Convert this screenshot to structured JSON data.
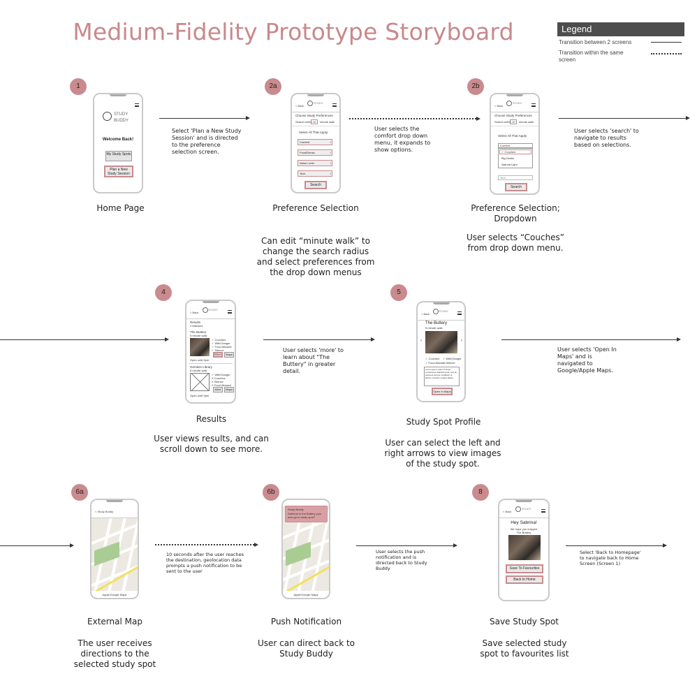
{
  "title": "Medium-Fidelity Prototype Storyboard",
  "legend": {
    "heading": "Legend",
    "solid_label": "Transition between 2 screens",
    "dotted_label": "Transition within the same screen"
  },
  "steps": {
    "s1": "1",
    "s2a": "2a",
    "s2b": "2b",
    "s4": "4",
    "s5": "5",
    "s6a": "6a",
    "s6b": "6b",
    "s8": "8"
  },
  "labels": {
    "home": "Home Page",
    "pref": "Preference Selection",
    "pref_dd": "Preference Selection; Dropdown",
    "results": "Results",
    "profile": "Study Spot Profile",
    "extmap": "External Map",
    "push": "Push Notification",
    "save": "Save Study Spot"
  },
  "descriptions": {
    "pref": "Can edit “minute walk” to change the search radius and select preferences from the drop down menus",
    "pref_dd": "User selects “Couches” from drop down menu.",
    "results": "User views results, and can scroll down to see more.",
    "profile": "User can select the left and right arrows to view images of the study spot.",
    "extmap": "The user receives directions to the selected study spot",
    "push": "User can direct back to Study Buddy",
    "save": "Save selected study spot to favourites list"
  },
  "notes": {
    "n1": "Select 'Plan a New Study Session' and is directed to the preference selection screen.",
    "n2": "User selects the comfort drop down menu, it expands to show options.",
    "n3": "User selects 'search' to navigate to results based on selections.",
    "n4": "User selects 'more' to learn about \"The Buttery\" in greater detail.",
    "n5": "User selects 'Open In Maps' and is navigated to Google/Apple Maps.",
    "n6": "10 seconds after the user reaches the destination, geolocation data prompts a push notification to be sent to the user",
    "n7": "User selects the push notification and is directed back to Study Buddy",
    "n8": "Select 'Back to Homepage' to navigate back to Home Screen (Screen 1)"
  },
  "phones": {
    "common": {
      "back": "< Back",
      "logo_top": "STUDY",
      "logo_bottom": "BUDDY"
    },
    "home": {
      "logo_top": "STUDY",
      "logo_bottom": "BUDDY",
      "welcome": "Welcome Back!",
      "my_spots": "My Study Spots",
      "plan": "Plan a New Study Session"
    },
    "pref": {
      "heading": "Choose Study Preferences",
      "search_within": "Search within",
      "minutes": "10",
      "minute_walk": "minute walk",
      "select_all": "Select All That Apply:",
      "options": [
        "Comfort",
        "Food/Drinks",
        "Noise Level",
        "Tech"
      ],
      "search": "Search"
    },
    "dropdown": {
      "heading": "Choose Study Preferences",
      "search_within": "Search within",
      "minutes": "10",
      "minute_walk": "minute walk",
      "select_all": "Select All That Apply:",
      "comfort": "Comfort",
      "items": [
        "✓ Couches",
        "Big Desks",
        "Natural Light"
      ],
      "tech": "Tech",
      "search": "Search"
    },
    "results": {
      "heading": "Results",
      "count": "2 Matches",
      "spot1": "The Buttery",
      "spot1_walk": "5 minute walk",
      "spot1_feats": [
        "✓ Couches",
        "✓ Wifi/Charger",
        "✓ Food Allowed",
        "✓ Silence"
      ],
      "spot1_hours": "Open until 9pm",
      "more": "More",
      "maps": "Maps",
      "spot2": "Gerstein Library",
      "spot2_walk": "8 minute walk",
      "spot2_feats": [
        "✓ Wifi/Charger",
        "X Couches",
        "X Silence",
        "X Food Allowed"
      ],
      "spot2_hours": "Open until 9pm"
    },
    "profile": {
      "title": "The Buttery",
      "walk": "5 minute walk",
      "feats": [
        "✓ Couches",
        "✓ Wifi/Charger",
        "✓ Food Allowed",
        "✓ Silence"
      ],
      "lorem": "Lorem ipsum dolor sit amet, consectetur adipiscing elit, sed do eiusmod tempor incididunt ut labore et dolore magna aliqua.",
      "open_maps": "Open In Maps"
    },
    "extmap": {
      "back": "< Study Buddy",
      "maps": "Apple/Google Maps"
    },
    "push": {
      "app": "Study Buddy",
      "msg": "Sabrina! Is the Buttery your new go-to study spot?",
      "maps": "Apple/Google Maps"
    },
    "save": {
      "greeting": "Hey Sabrina!",
      "sub": "We hope you enjoyed The Buttery",
      "fav": "Save To Favourites",
      "home": "Back to Home"
    }
  }
}
